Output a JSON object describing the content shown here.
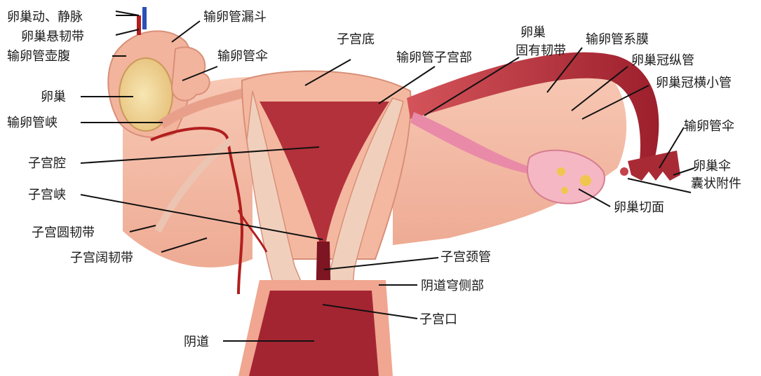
{
  "labels": {
    "ovarian_vessels": "卵巢动、静脉",
    "suspensory_ligament": "卵巢悬韧带",
    "ampulla": "输卵管壶腹",
    "infundibulum": "输卵管漏斗",
    "fimbriae_left": "输卵管伞",
    "ovary": "卵巢",
    "isthmus": "输卵管峡",
    "uterine_cavity": "子宫腔",
    "uterine_isthmus": "子宫峡",
    "round_ligament": "子宫圆韧带",
    "broad_ligament": "子宫阔韧带",
    "fundus": "子宫底",
    "tube_uterine_part": "输卵管子宫部",
    "ovarian_ligament_1": "卵巢",
    "ovarian_ligament_2": "固有韧带",
    "mesosalpinx": "输卵管系膜",
    "epoophoron_duct": "卵巢冠纵管",
    "epoophoron_tubules": "卵巢冠横小管",
    "fimbriae_right": "输卵管伞",
    "ovarian_fimbria": "卵巢伞",
    "vesicular_appendix": "囊状附件",
    "ovary_section": "卵巢切面",
    "cervical_canal": "子宫颈管",
    "lateral_fornix": "阴道穹侧部",
    "uterine_os": "子宫口",
    "vagina": "阴道"
  },
  "colors": {
    "tissue": "#f3b9a3",
    "tissue_dark": "#e59f88",
    "muscle": "#c94a4a",
    "cavity": "#a82a35",
    "ovary_fill": "#f3dc9e",
    "vessel": "#b21e1e",
    "vein_blue": "#2a4fb8"
  }
}
